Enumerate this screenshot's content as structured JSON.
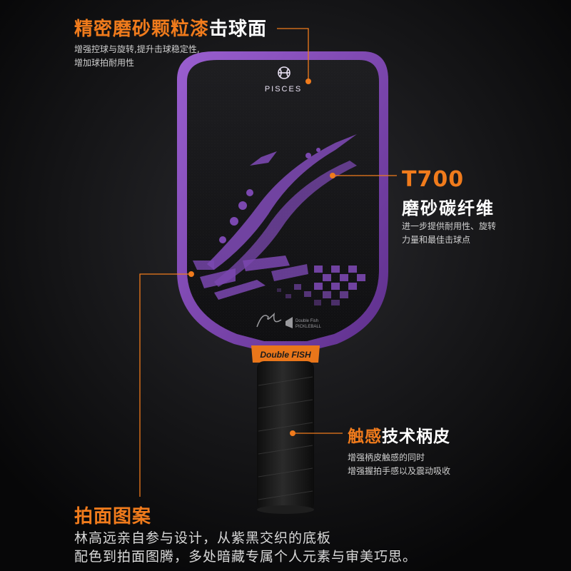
{
  "features": {
    "surface": {
      "title_highlight": "精密磨砂颗粒漆",
      "title_rest": "击球面",
      "desc_line1": "增强控球与旋转,提升击球稳定性,",
      "desc_line2": "增加球拍耐用性"
    },
    "carbon": {
      "title_line1": "T700",
      "title_line2": "磨砂碳纤维",
      "desc_line1": "进一步提供耐用性、旋转",
      "desc_line2": "力量和最佳击球点"
    },
    "grip": {
      "title_highlight": "触感",
      "title_rest": "技术柄皮",
      "desc_line1": "增强柄皮触感的同时",
      "desc_line2": "增强握拍手感以及震动吸收"
    },
    "pattern": {
      "title": "拍面图案",
      "desc_line1": "林高远亲自参与设计，从紫黑交织的底板",
      "desc_line2": "配色到拍面图腾，多处暗藏专属个人元素与审美巧思。"
    }
  },
  "paddle": {
    "series_name": "PISCES",
    "collar_brand": "Double FISH",
    "small_logo_line1": "Double Fish",
    "small_logo_line2": "PICKLEBALL"
  },
  "colors": {
    "accent": "#f07b1c",
    "paddle_edge": "#8a4fc0",
    "paddle_face": "#141416",
    "pattern_purple": "#7b48b0",
    "grip": "#1a1a1a"
  }
}
